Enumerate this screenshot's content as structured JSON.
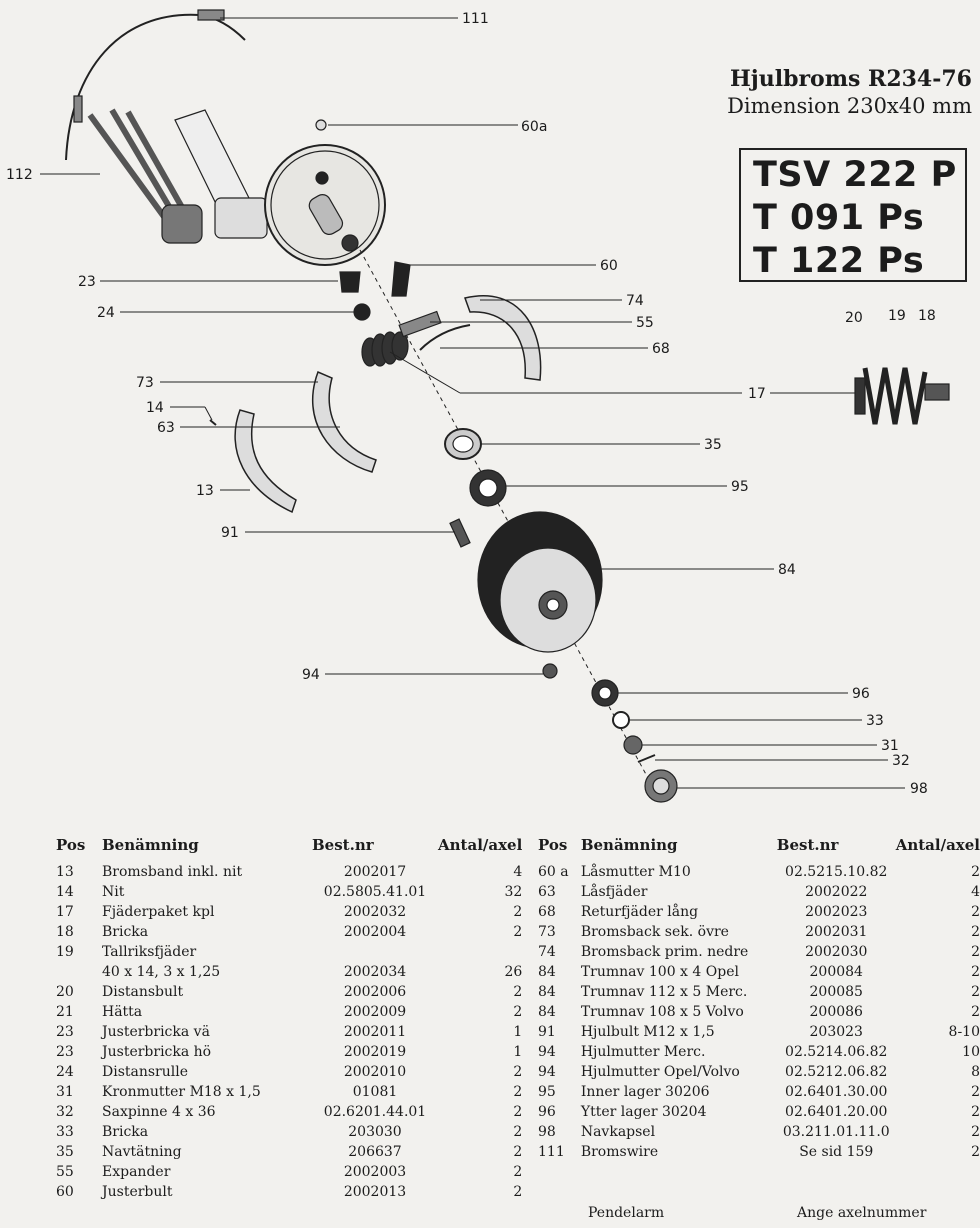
{
  "title": {
    "main": "Hjulbroms R234-76",
    "sub": "Dimension 230x40 mm"
  },
  "models": [
    "TSV 222 P",
    "T 091 Ps",
    "T 122 Ps"
  ],
  "callouts": [
    "111",
    "112",
    "60a",
    "60",
    "23",
    "24",
    "74",
    "55",
    "68",
    "73",
    "17",
    "14",
    "63",
    "35",
    "95",
    "13",
    "91",
    "84",
    "94",
    "96",
    "33",
    "31",
    "32",
    "98",
    "20",
    "19",
    "18"
  ],
  "table_headers": {
    "pos": "Pos",
    "name": "Benämning",
    "best": "Best.nr",
    "qty": "Antal/axel"
  },
  "parts_left": [
    {
      "pos": "13",
      "name": "Bromsband inkl. nit",
      "best": "2002017",
      "qty": "4"
    },
    {
      "pos": "14",
      "name": "Nit",
      "best": "02.5805.41.01",
      "qty": "32"
    },
    {
      "pos": "17",
      "name": "Fjäderpaket kpl",
      "best": "2002032",
      "qty": "2"
    },
    {
      "pos": "18",
      "name": "Bricka",
      "best": "2002004",
      "qty": "2"
    },
    {
      "pos": "19",
      "name": "Tallriksfjäder",
      "best": "",
      "qty": ""
    },
    {
      "pos": "",
      "name": "40 x 14, 3 x 1,25",
      "best": "2002034",
      "qty": "26"
    },
    {
      "pos": "20",
      "name": "Distansbult",
      "best": "2002006",
      "qty": "2"
    },
    {
      "pos": "21",
      "name": "Hätta",
      "best": "2002009",
      "qty": "2"
    },
    {
      "pos": "23",
      "name": "Justerbricka vä",
      "best": "2002011",
      "qty": "1"
    },
    {
      "pos": "23",
      "name": "Justerbricka hö",
      "best": "2002019",
      "qty": "1"
    },
    {
      "pos": "24",
      "name": "Distansrulle",
      "best": "2002010",
      "qty": "2"
    },
    {
      "pos": "31",
      "name": "Kronmutter M18 x 1,5",
      "best": "01081",
      "qty": "2"
    },
    {
      "pos": "32",
      "name": "Saxpinne 4 x 36",
      "best": "02.6201.44.01",
      "qty": "2"
    },
    {
      "pos": "33",
      "name": "Bricka",
      "best": "203030",
      "qty": "2"
    },
    {
      "pos": "35",
      "name": "Navtätning",
      "best": "206637",
      "qty": "2"
    },
    {
      "pos": "55",
      "name": "Expander",
      "best": "2002003",
      "qty": "2"
    },
    {
      "pos": "60",
      "name": "Justerbult",
      "best": "2002013",
      "qty": "2"
    }
  ],
  "parts_right": [
    {
      "pos": "60 a",
      "name": "Låsmutter M10",
      "best": "02.5215.10.82",
      "qty": "2"
    },
    {
      "pos": "63",
      "name": "Låsfjäder",
      "best": "2002022",
      "qty": "4"
    },
    {
      "pos": "68",
      "name": "Returfjäder lång",
      "best": "2002023",
      "qty": "2"
    },
    {
      "pos": "73",
      "name": "Bromsback sek. övre",
      "best": "2002031",
      "qty": "2"
    },
    {
      "pos": "74",
      "name": "Bromsback prim. nedre",
      "best": "2002030",
      "qty": "2"
    },
    {
      "pos": "84",
      "name": "Trumnav 100 x 4 Opel",
      "best": "200084",
      "qty": "2"
    },
    {
      "pos": "84",
      "name": "Trumnav 112 x 5 Merc.",
      "best": "200085",
      "qty": "2"
    },
    {
      "pos": "84",
      "name": "Trumnav 108 x 5 Volvo",
      "best": "200086",
      "qty": "2"
    },
    {
      "pos": "91",
      "name": "Hjulbult M12 x 1,5",
      "best": "203023",
      "qty": "8-10"
    },
    {
      "pos": "94",
      "name": "Hjulmutter Merc.",
      "best": "02.5214.06.82",
      "qty": "10"
    },
    {
      "pos": "94",
      "name": "Hjulmutter Opel/Volvo",
      "best": "02.5212.06.82",
      "qty": "8"
    },
    {
      "pos": "95",
      "name": "Inner lager 30206",
      "best": "02.6401.30.00",
      "qty": "2"
    },
    {
      "pos": "96",
      "name": "Ytter lager 30204",
      "best": "02.6401.20.00",
      "qty": "2"
    },
    {
      "pos": "98",
      "name": "Navkapsel",
      "best": "03.211.01.11.0",
      "qty": "2"
    },
    {
      "pos": "111",
      "name": "Bromswire",
      "best": "Se sid 159",
      "qty": "2"
    }
  ],
  "footer": {
    "left": "Pendelarm",
    "right": "Ange axelnummer"
  }
}
